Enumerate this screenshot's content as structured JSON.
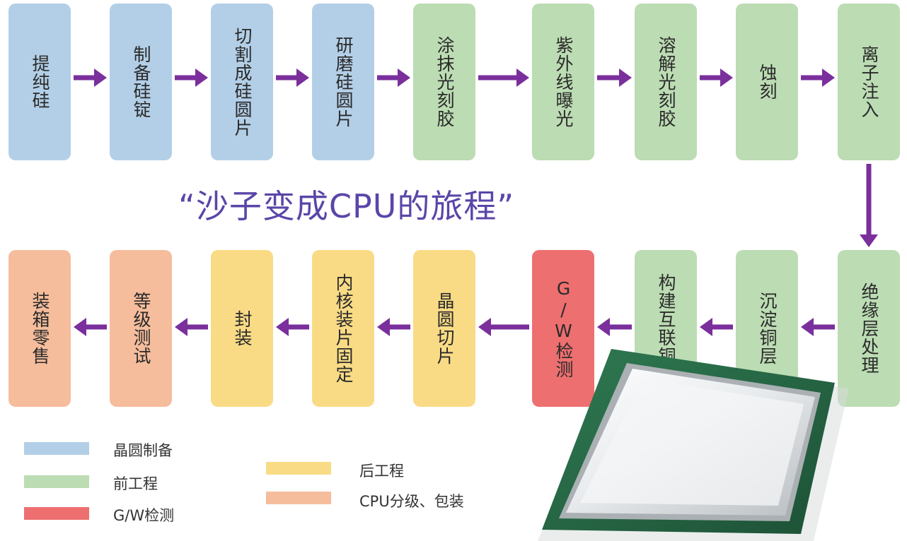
{
  "title": "“沙子变成CPU的旅程”",
  "steps_top": [
    {
      "label": "提纯硅",
      "cat": "blue"
    },
    {
      "label": "制备硅锭",
      "cat": "blue"
    },
    {
      "label": "切割成硅圆片",
      "cat": "blue"
    },
    {
      "label": "研磨硅圆片",
      "cat": "blue"
    },
    {
      "label": "涂抹光刻胶",
      "cat": "green"
    },
    {
      "label": "紫外线曝光",
      "cat": "green"
    },
    {
      "label": "溶解光刻胶",
      "cat": "green"
    },
    {
      "label": "蚀刻",
      "cat": "green"
    },
    {
      "label": "离子注入",
      "cat": "green"
    }
  ],
  "steps_bottom": [
    {
      "label": "装箱零售",
      "cat": "orange"
    },
    {
      "label": "等级测试",
      "cat": "orange"
    },
    {
      "label": "封装",
      "cat": "yellow"
    },
    {
      "label": "内核装片固定",
      "cat": "yellow"
    },
    {
      "label": "晶圆切片",
      "cat": "yellow"
    },
    {
      "label": "G/W检测",
      "cat": "red"
    },
    {
      "label": "构建互联铜层",
      "cat": "green"
    },
    {
      "label": "沉淀铜层",
      "cat": "green"
    },
    {
      "label": "绝缘层处理",
      "cat": "green"
    }
  ],
  "legend": [
    {
      "label": "晶圆制备",
      "color": "#b3cfe7"
    },
    {
      "label": "前工程",
      "color": "#bcdcb3"
    },
    {
      "label": "G/W检测",
      "color": "#ee6f6f"
    },
    {
      "label": "后工程",
      "color": "#f9db86"
    },
    {
      "label": "CPU分级、包装",
      "color": "#f5bd9c"
    }
  ],
  "colors": {
    "arrow": "#7a2f9c",
    "title": "#5b45a8"
  }
}
